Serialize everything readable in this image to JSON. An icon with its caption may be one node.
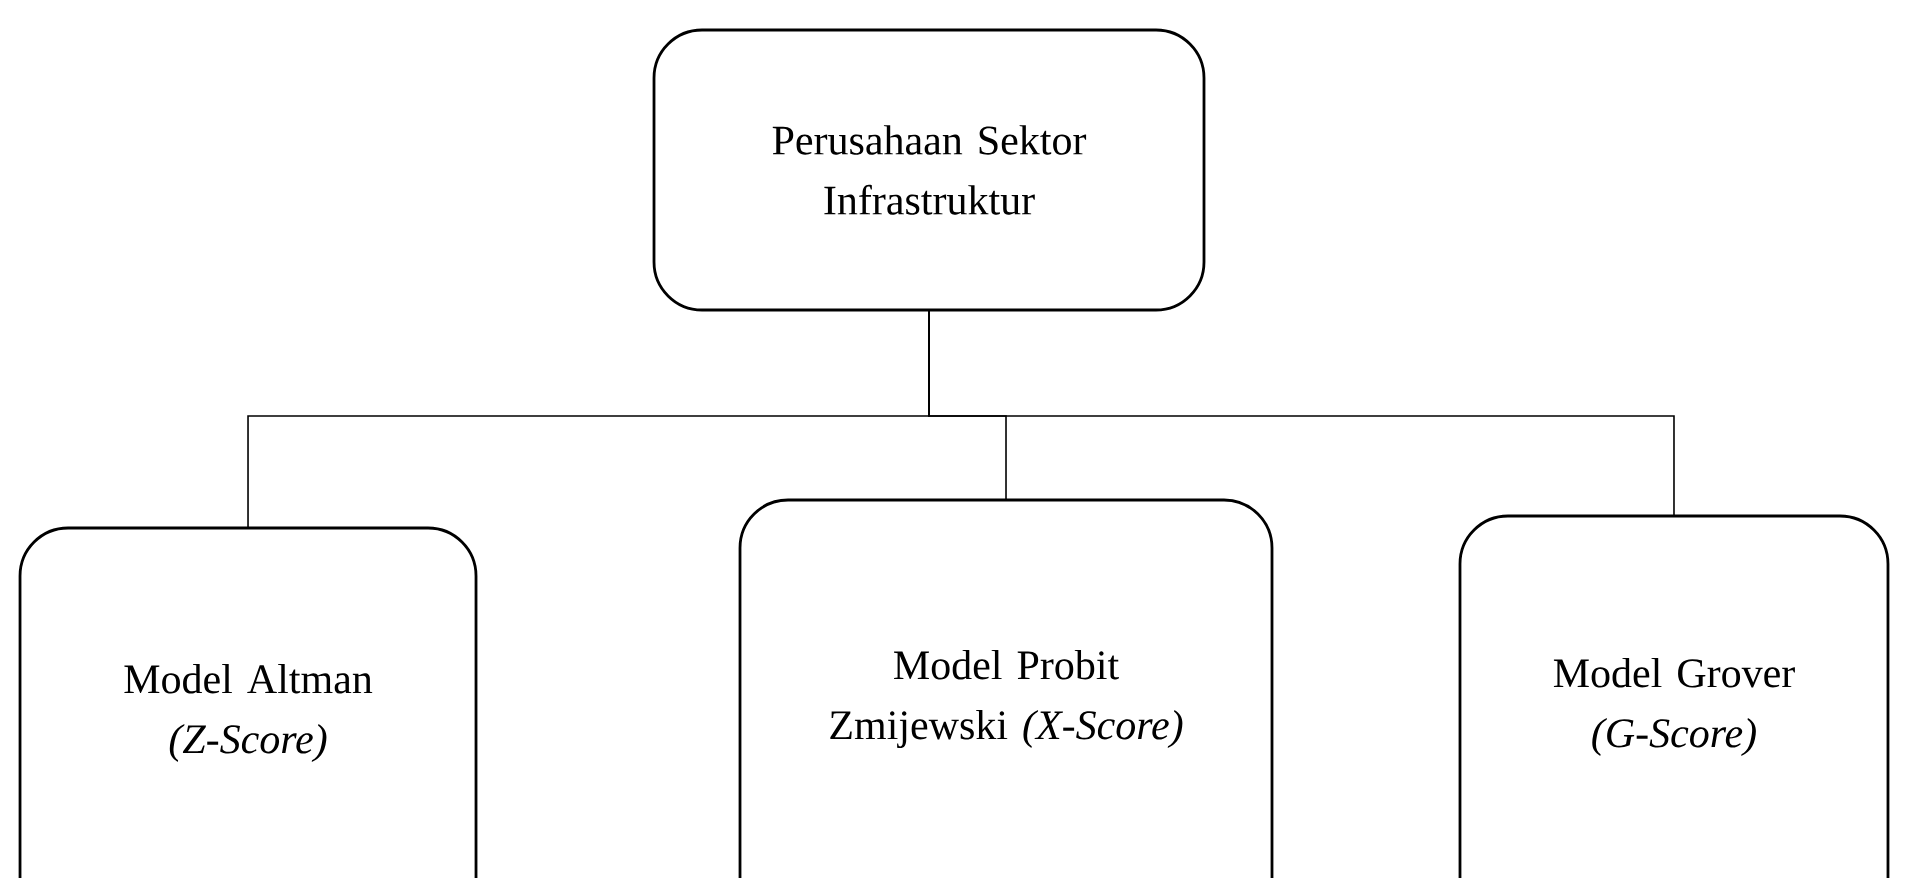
{
  "diagram": {
    "nodes": [
      {
        "text": [
          "Perusahaan Sektor Infrastruktur"
        ]
      },
      {
        "text": [
          "Model Altman *(Z-Score)*"
        ]
      },
      {
        "text": [
          "Model Probit Zmijewski *(X-Score)*"
        ]
      },
      {
        "text": [
          "Model Grover *(G-Score)*"
        ]
      }
    ],
    "edges": [
      {
        "from": 0,
        "to": 1,
        "arrow": "none"
      },
      {
        "from": 0,
        "to": 2,
        "arrow": "none"
      },
      {
        "from": 0,
        "to": 3,
        "arrow": "none"
      }
    ]
  }
}
